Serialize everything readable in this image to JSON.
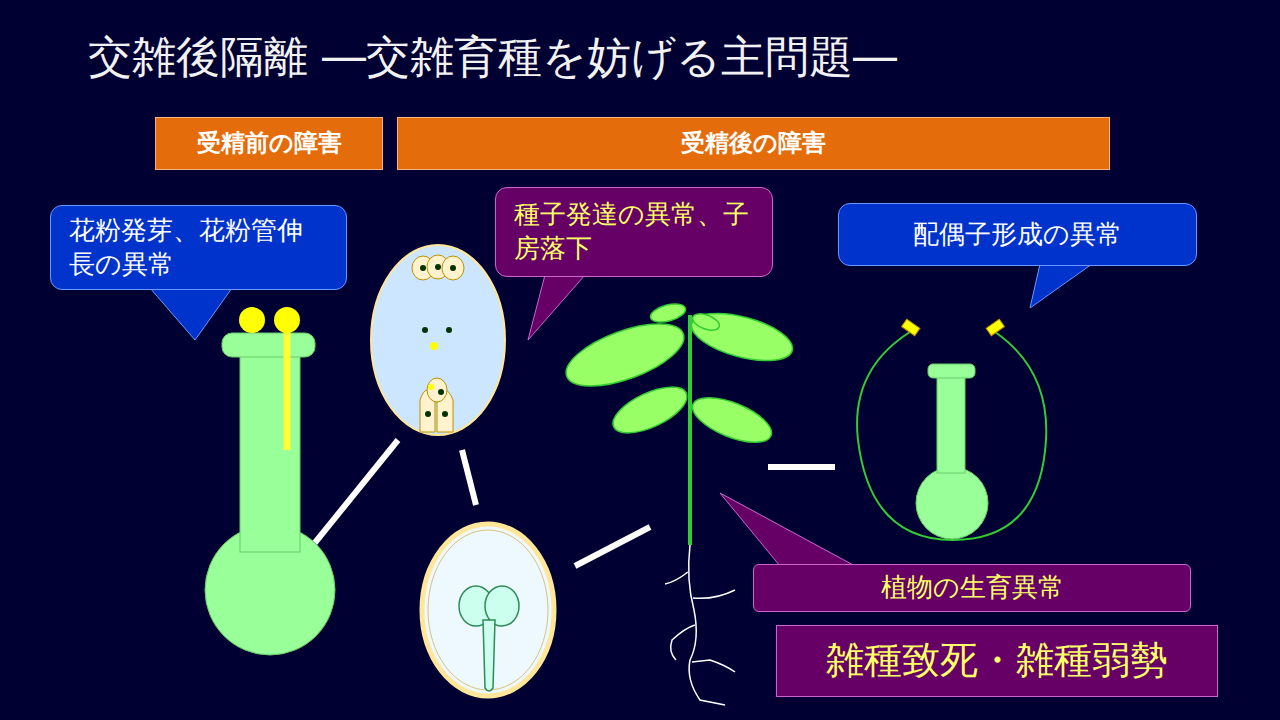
{
  "diagram": {
    "title": "交雑後隔離 ―交雑育種を妨げる主問題―",
    "nodes": [
      {
        "text": [
          "受精前の障害"
        ]
      },
      {
        "text": [
          "受精後の障害"
        ]
      },
      {
        "text": [
          "花粉発芽、花粉管伸長の異常"
        ]
      },
      {
        "text": [
          "種子発達の異常、子房落下"
        ]
      },
      {
        "text": [
          "配偶子形成の異常"
        ]
      },
      {
        "text": [
          "植物の生育異常"
        ]
      },
      {
        "text": [
          "雑種致死・雑種弱勢"
        ]
      }
    ]
  }
}
